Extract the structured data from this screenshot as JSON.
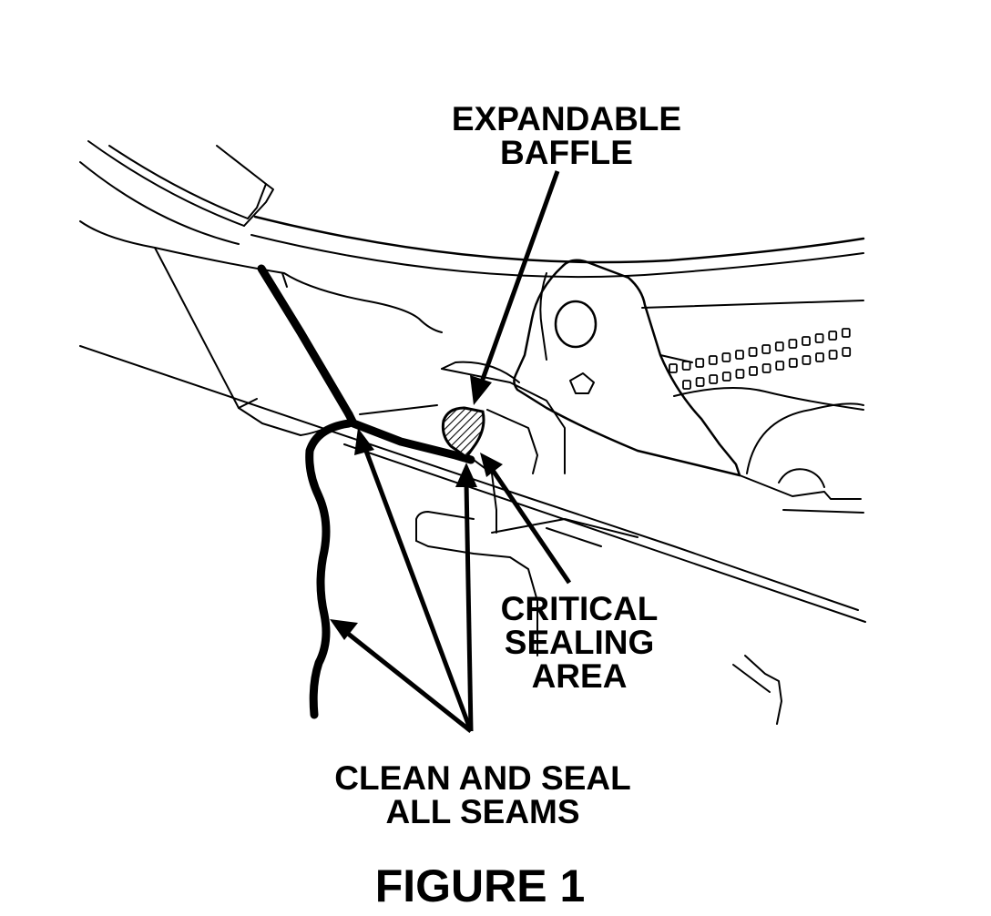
{
  "labels": {
    "expandable_baffle": [
      "EXPANDABLE",
      "BAFFLE"
    ],
    "critical_sealing_area": [
      "CRITICAL",
      "SEALING",
      "AREA"
    ],
    "clean_and_seal": [
      "CLEAN AND SEAL",
      "ALL SEAMS"
    ],
    "caption": "FIGURE 1"
  }
}
